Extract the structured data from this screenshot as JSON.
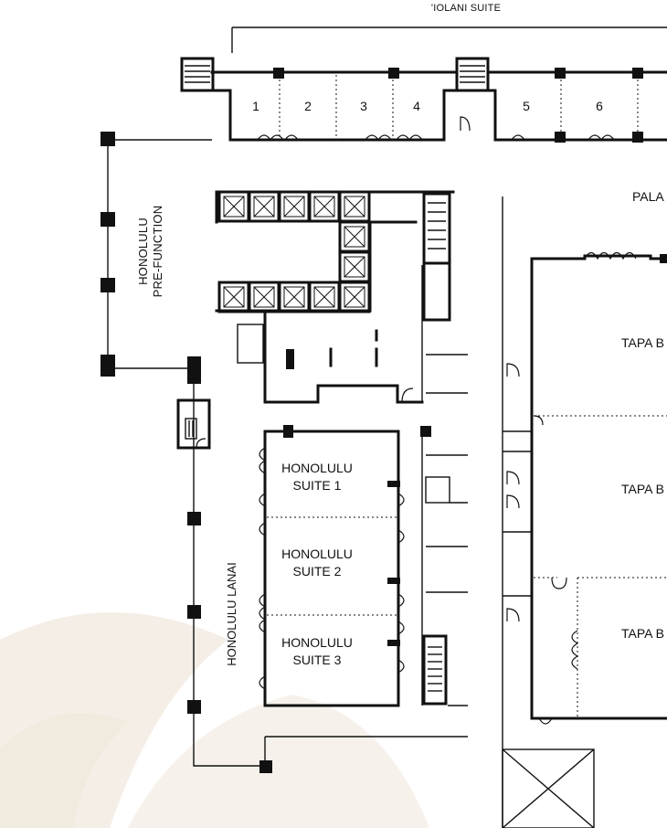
{
  "labels": {
    "iolani_suite": "'IOLANI SUITE",
    "room_1": "1",
    "room_2": "2",
    "room_3": "3",
    "room_4": "4",
    "room_5": "5",
    "room_6": "6",
    "palace": "PALA",
    "prefunction_line1": "HONOLULU",
    "prefunction_line2": "PRE-FUNCTION",
    "tapa_1": "TAPA B",
    "tapa_2": "TAPA B",
    "tapa_3": "TAPA B",
    "suite1_line1": "HONOLULU",
    "suite1_line2": "SUITE 1",
    "suite2_line1": "HONOLULU",
    "suite2_line2": "SUITE 2",
    "suite3_line1": "HONOLULU",
    "suite3_line2": "SUITE 3",
    "lanai": "HONOLULU LANAI"
  },
  "colors": {
    "ink": "#111111",
    "watermark": "#efe7db",
    "background": "#ffffff"
  }
}
